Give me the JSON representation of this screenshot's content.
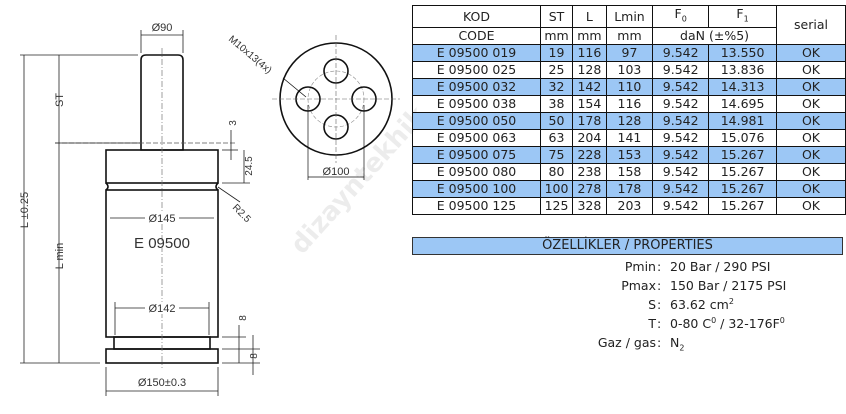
{
  "drawing": {
    "labels": {
      "rod_diameter": "Ø90",
      "thread_spec": "M10x13(4x)",
      "stroke": "ST",
      "dim_3": "3",
      "dim_24_5": "24.5",
      "radius": "R2.5",
      "length_total": "L ±0.25",
      "length_min": "L min",
      "body_diameter": "Ø145",
      "model": "E 09500",
      "base_diameter": "Ø142",
      "dim_8_top": "8",
      "dim_8_bottom": "8",
      "flange_diameter": "Ø150±0.3",
      "bolt_circle": "Ø100"
    }
  },
  "table": {
    "headers": {
      "code_tr": "KOD",
      "code_en": "CODE",
      "st": "ST",
      "l": "L",
      "lmin": "Lmin",
      "f0": "F",
      "f0_sub": "0",
      "f1": "F",
      "f1_sub": "1",
      "serial": "serial",
      "st_unit": "mm",
      "l_unit": "mm",
      "lmin_unit": "mm",
      "force_unit": "daN (±%5)"
    },
    "rows": [
      {
        "code": "E 09500 019",
        "st": "19",
        "l": "116",
        "lmin": "97",
        "f0": "9.542",
        "f1": "13.550",
        "serial": "OK"
      },
      {
        "code": "E 09500 025",
        "st": "25",
        "l": "128",
        "lmin": "103",
        "f0": "9.542",
        "f1": "13.836",
        "serial": "OK"
      },
      {
        "code": "E 09500 032",
        "st": "32",
        "l": "142",
        "lmin": "110",
        "f0": "9.542",
        "f1": "14.313",
        "serial": "OK"
      },
      {
        "code": "E 09500 038",
        "st": "38",
        "l": "154",
        "lmin": "116",
        "f0": "9.542",
        "f1": "14.695",
        "serial": "OK"
      },
      {
        "code": "E 09500 050",
        "st": "50",
        "l": "178",
        "lmin": "128",
        "f0": "9.542",
        "f1": "14.981",
        "serial": "OK"
      },
      {
        "code": "E 09500 063",
        "st": "63",
        "l": "204",
        "lmin": "141",
        "f0": "9.542",
        "f1": "15.076",
        "serial": "OK"
      },
      {
        "code": "E 09500 075",
        "st": "75",
        "l": "228",
        "lmin": "153",
        "f0": "9.542",
        "f1": "15.267",
        "serial": "OK"
      },
      {
        "code": "E 09500 080",
        "st": "80",
        "l": "238",
        "lmin": "158",
        "f0": "9.542",
        "f1": "15.267",
        "serial": "OK"
      },
      {
        "code": "E 09500 100",
        "st": "100",
        "l": "278",
        "lmin": "178",
        "f0": "9.542",
        "f1": "15.267",
        "serial": "OK"
      },
      {
        "code": "E 09500 125",
        "st": "125",
        "l": "328",
        "lmin": "203",
        "f0": "9.542",
        "f1": "15.267",
        "serial": "OK"
      }
    ],
    "highlight_color": "#9cc7f5"
  },
  "properties": {
    "title": "ÖZELLİKLER / PROPERTIES",
    "items": [
      {
        "key": "Pmin",
        "value": "20 Bar / 290 PSI"
      },
      {
        "key": "Pmax",
        "value": "150 Bar / 2175 PSI"
      },
      {
        "key": "S",
        "value": "63.62 cm",
        "sup": "2"
      },
      {
        "key": "T",
        "value": "0-80 C",
        "sup": "0",
        "value2": " / 32-176F",
        "sup2": "0"
      },
      {
        "key": "Gaz / gas",
        "value": "N",
        "sub": "2"
      }
    ],
    "colon": ":"
  },
  "watermark": "dizayntekhik"
}
